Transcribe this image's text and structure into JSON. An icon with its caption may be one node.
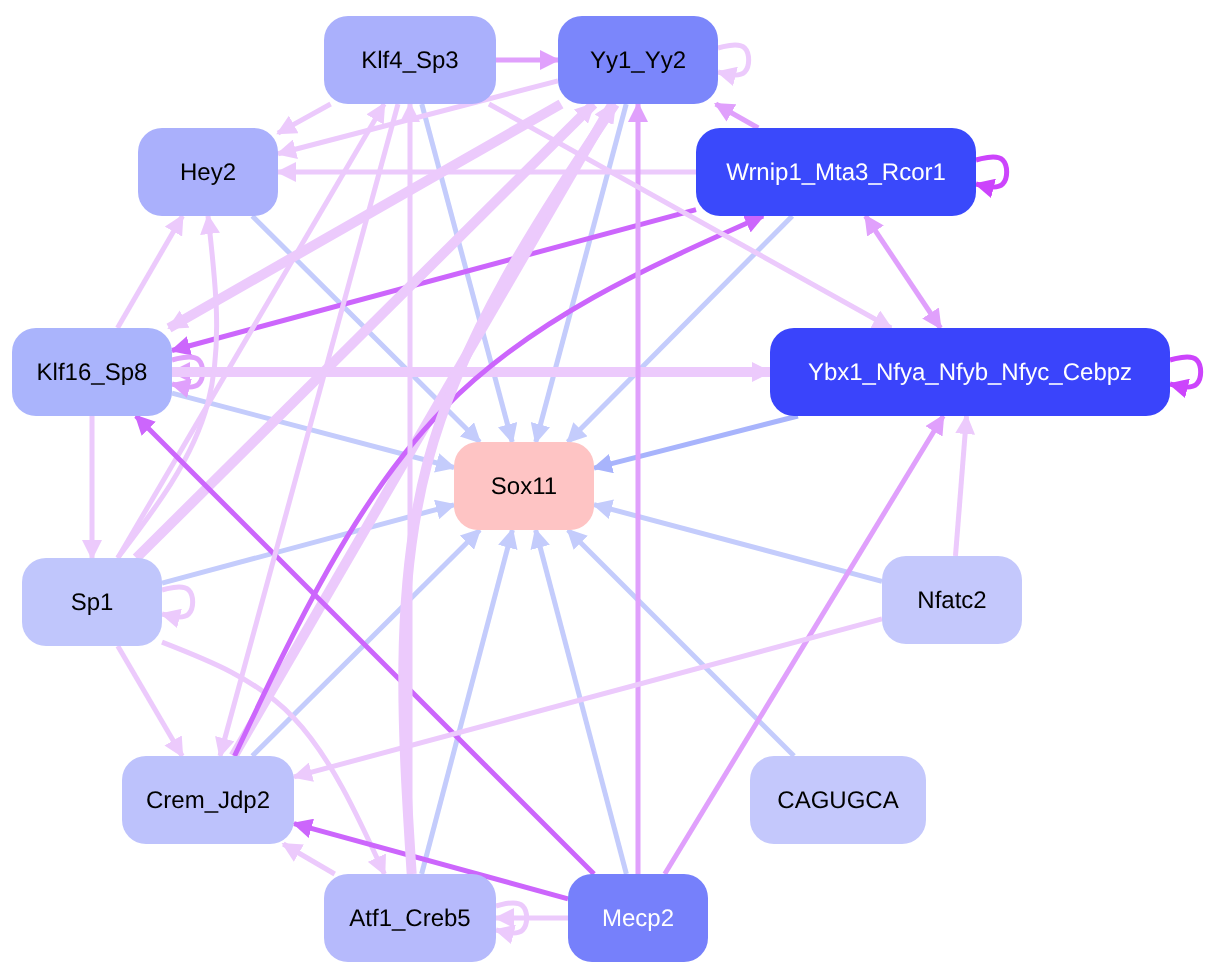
{
  "diagram": {
    "nodes": [
      {
        "text": [
          "Klf4_Sp3"
        ]
      },
      {
        "text": [
          "Yy1_Yy2"
        ]
      },
      {
        "text": [
          "Hey2"
        ]
      },
      {
        "text": [
          "Wrnip1_Mta3_Rcor1"
        ]
      },
      {
        "text": [
          "Klf16_Sp8"
        ]
      },
      {
        "text": [
          "Ybx1_Nfya_Nfyb_Nfyc_Cebpz"
        ]
      },
      {
        "text": [
          "Sox11"
        ]
      },
      {
        "text": [
          "Sp1"
        ]
      },
      {
        "text": [
          "Nfatc2"
        ]
      },
      {
        "text": [
          "Crem_Jdp2"
        ]
      },
      {
        "text": [
          "CAGUGCA"
        ]
      },
      {
        "text": [
          "Atf1_Creb5"
        ]
      },
      {
        "text": [
          "Mecp2"
        ]
      }
    ],
    "edges": [
      {
        "from": 0,
        "to": 6,
        "arrow": "to",
        "color": "#c4ccfc"
      },
      {
        "from": 1,
        "to": 6,
        "arrow": "to",
        "color": "#c4ccfc"
      },
      {
        "from": 2,
        "to": 6,
        "arrow": "to",
        "color": "#c4ccfc"
      },
      {
        "from": 3,
        "to": 6,
        "arrow": "to",
        "color": "#c4ccfc"
      },
      {
        "from": 4,
        "to": 6,
        "arrow": "to",
        "color": "#c4ccfc"
      },
      {
        "from": 5,
        "to": 6,
        "arrow": "to",
        "color": "#a8b4fc"
      },
      {
        "from": 7,
        "to": 6,
        "arrow": "to",
        "color": "#c4ccfc"
      },
      {
        "from": 8,
        "to": 6,
        "arrow": "to",
        "color": "#c4ccfc"
      },
      {
        "from": 9,
        "to": 6,
        "arrow": "to",
        "color": "#c4ccfc"
      },
      {
        "from": 10,
        "to": 6,
        "arrow": "to",
        "color": "#c4ccfc"
      },
      {
        "from": 11,
        "to": 6,
        "arrow": "to",
        "color": "#c4ccfc"
      },
      {
        "from": 12,
        "to": 6,
        "arrow": "to",
        "color": "#c4ccfc"
      },
      {
        "from": 0,
        "to": 1,
        "arrow": "to",
        "color": "#e0a0fc"
      },
      {
        "from": 1,
        "to": 1,
        "arrow": "to"
      },
      {
        "from": 3,
        "to": 3,
        "arrow": "to",
        "color": "#cc44fc"
      },
      {
        "from": 5,
        "to": 5,
        "arrow": "to",
        "color": "#cc44fc"
      },
      {
        "from": 3,
        "to": 1,
        "arrow": "to",
        "color": "#e0a0fc"
      },
      {
        "from": 3,
        "to": 5,
        "arrow": "both",
        "color": "#e0a0fc"
      },
      {
        "from": 0,
        "to": 2,
        "arrow": "to"
      },
      {
        "from": 1,
        "to": 2,
        "arrow": "to"
      },
      {
        "from": 3,
        "to": 2,
        "arrow": "to"
      },
      {
        "from": 1,
        "to": 4,
        "arrow": "to",
        "style": "thick"
      },
      {
        "from": 3,
        "to": 4,
        "arrow": "to",
        "color": "#cc66fc"
      },
      {
        "from": 5,
        "to": 4,
        "arrow": "to",
        "color": "#e0a0fc"
      },
      {
        "from": 4,
        "to": 4,
        "arrow": "to",
        "color": "#e0a0fc"
      },
      {
        "from": 4,
        "to": 5,
        "arrow": "to",
        "style": "thick"
      },
      {
        "from": 4,
        "to": 2,
        "arrow": "to"
      },
      {
        "from": 4,
        "to": 7,
        "arrow": "to"
      },
      {
        "from": 7,
        "to": 2,
        "arrow": "to"
      },
      {
        "from": 7,
        "to": 0,
        "arrow": "to"
      },
      {
        "from": 7,
        "to": 1,
        "arrow": "to",
        "style": "thick"
      },
      {
        "from": 7,
        "to": 7,
        "arrow": "to"
      },
      {
        "from": 7,
        "to": 9,
        "arrow": "to"
      },
      {
        "from": 7,
        "to": 11,
        "arrow": "to"
      },
      {
        "from": 9,
        "to": 1,
        "arrow": "to",
        "style": "thick"
      },
      {
        "from": 9,
        "to": 3,
        "arrow": "to",
        "color": "#cc66fc"
      },
      {
        "from": 12,
        "to": 9,
        "arrow": "to",
        "color": "#cc66fc"
      },
      {
        "from": 12,
        "to": 4,
        "arrow": "to",
        "color": "#cc66fc"
      },
      {
        "from": 12,
        "to": 5,
        "arrow": "to",
        "color": "#e0a0fc"
      },
      {
        "from": 12,
        "to": 11,
        "arrow": "to"
      },
      {
        "from": 12,
        "to": 1,
        "arrow": "to",
        "color": "#e0a0fc"
      },
      {
        "from": 11,
        "to": 9,
        "arrow": "to"
      },
      {
        "from": 11,
        "to": 1,
        "arrow": "to",
        "style": "thick"
      },
      {
        "from": 11,
        "to": 11,
        "arrow": "to"
      },
      {
        "from": 11,
        "to": 0,
        "arrow": "to"
      },
      {
        "from": 8,
        "to": 5,
        "arrow": "to"
      },
      {
        "from": 8,
        "to": 9,
        "arrow": "to"
      },
      {
        "from": 0,
        "to": 5,
        "arrow": "to"
      },
      {
        "from": 0,
        "to": 9,
        "arrow": "to"
      }
    ]
  }
}
